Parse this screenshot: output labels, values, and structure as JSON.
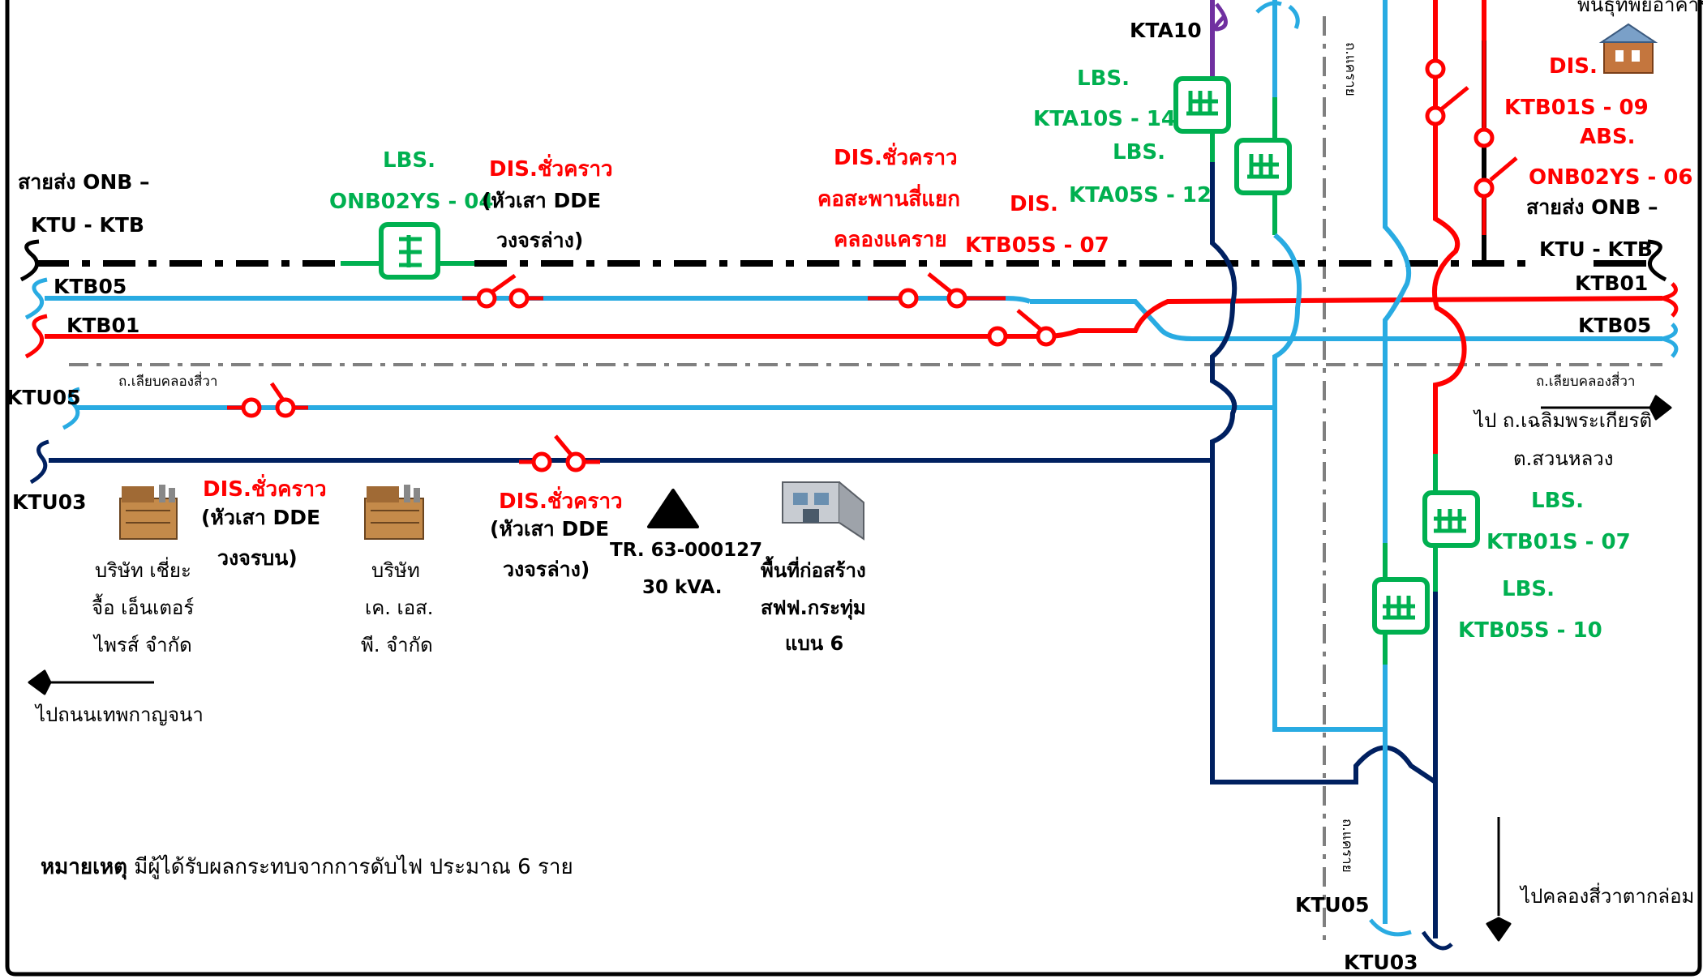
{
  "labels": {
    "line_onb_left_1": "สายส่ง ONB –",
    "line_onb_left_2": "KTU - KTB",
    "line_onb_right_1": "สายส่ง ONB –",
    "line_onb_right_2": "KTU - KTB",
    "ktb05_left": "KTB05",
    "ktb01_left": "KTB01",
    "ktu05_left": "KTU05",
    "ktu03_left": "KTU03",
    "ktb01_right": "KTB01",
    "ktb05_right": "KTB05",
    "kta10": "KTA10",
    "ktu05_bottom": "KTU05",
    "ktu03_bottom": "KTU03"
  },
  "devices": {
    "lbs_onb02ys04": {
      "type": "LBS.",
      "id": "ONB02YS - 04"
    },
    "lbs_kta10s14": {
      "type": "LBS.",
      "id": "KTA10S - 14"
    },
    "lbs_kta05s12": {
      "type": "LBS.",
      "id": "KTA05S - 12"
    },
    "lbs_ktb01s07": {
      "type": "LBS.",
      "id": "KTB01S - 07"
    },
    "lbs_ktb05s10": {
      "type": "LBS.",
      "id": "KTB05S - 10"
    },
    "dis_ktb05s07": {
      "type": "DIS.",
      "id": "KTB05S - 07"
    },
    "dis_ktb01s09": {
      "type": "DIS.",
      "id": "KTB01S - 09"
    },
    "abs_onb02ys06": {
      "type": "ABS.",
      "id": "ONB02YS - 06"
    },
    "dis_temp_top_left": {
      "title": "DIS.ชั่วคราว",
      "line1": "(หัวเสา DDE",
      "line2": "วงจรล่าง)"
    },
    "dis_temp_bridge": {
      "title": "DIS.ชั่วคราว",
      "line1": "คอสะพานสี่แยก",
      "line2": "คลองแคราย"
    },
    "dis_temp_upper_circuit": {
      "title": "DIS.ชั่วคราว",
      "line1": "(หัวเสา DDE",
      "line2": "วงจรบน)"
    },
    "dis_temp_lower_circuit": {
      "title": "DIS.ชั่วคราว",
      "line1": "(หัวเสา DDE",
      "line2": "วงจรล่าง)"
    }
  },
  "transformer": {
    "id": "TR. 63-000127",
    "rating": "30 kVA."
  },
  "buildings": {
    "company1": [
      "บริษัท เชี่ยะ",
      "จื้อ เอ็นเตอร์",
      "ไพรส์ จำกัด"
    ],
    "company2": [
      "บริษัท",
      "เค. เอส.",
      "พี. จำกัด"
    ],
    "construction": [
      "พื้นที่ก่อสร้าง",
      "สฟฟ.กระทุ่ม",
      "แบน 6"
    ],
    "bank_top_right": "พันธุ์ทิพย์อาคาร"
  },
  "roads": {
    "left_road": "ถ.เลียบคลองสี่วา",
    "right_road": "ถ.เลียบคลองสี่วา",
    "vertical_top": "ถ.แคราย",
    "vertical_bottom": "ถ.แคราย"
  },
  "directions": {
    "left": "ไปถนนเทพกาญจนา",
    "right_1": "ไป ถ.เฉลิมพระเกียรติ",
    "right_2": "ต.สวนหลวง",
    "bottom": "ไปคลองสี่วาตากล่อม"
  },
  "note": {
    "bold": "หมายเหตุ",
    "text": " มีผู้ได้รับผลกระทบจากการดับไฟ ประมาณ 6 ราย"
  },
  "colors": {
    "transmission": "#000000",
    "ktb05": "#29abe2",
    "ktb01": "#ff0000",
    "ktu05": "#29abe2",
    "ktu03": "#002060",
    "kta10": "#7030a0",
    "green_device": "#00b050",
    "road": "#808080"
  }
}
